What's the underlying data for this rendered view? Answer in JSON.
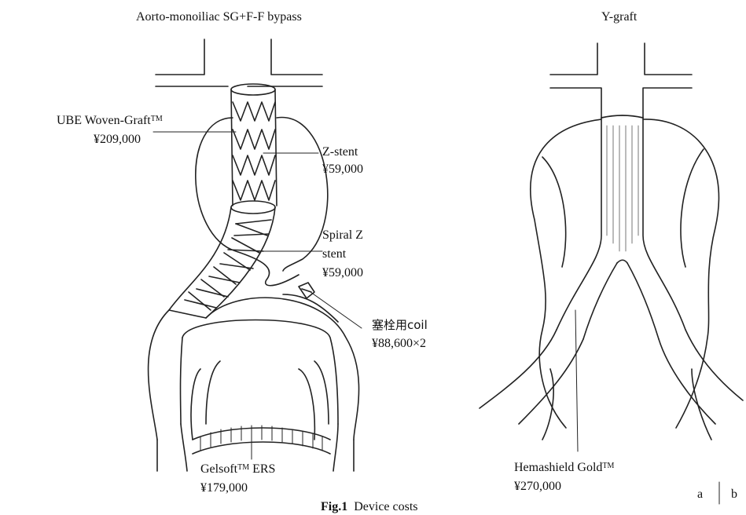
{
  "panel_a": {
    "title": "Aorto-monoiliac SG+F-F bypass",
    "labels": {
      "ube": {
        "name": "UBE Woven-Graft",
        "tm": "TM",
        "price": "¥209,000"
      },
      "zstent": {
        "name": "Z-stent",
        "price": "¥59,000"
      },
      "spiral": {
        "line1": "Spiral Z",
        "line2": "stent",
        "price": "¥59,000"
      },
      "coil": {
        "name": "塞栓用coil",
        "price": "¥88,600×2"
      },
      "gelsoft": {
        "name": "Gelsoft",
        "tm": "TM",
        "suffix": " ERS",
        "price": "¥179,000"
      }
    }
  },
  "panel_b": {
    "title": "Y-graft",
    "labels": {
      "hemashield": {
        "name": "Hemashield Gold",
        "tm": "TM",
        "price": "¥270,000"
      }
    }
  },
  "panel_letters": {
    "a": "a",
    "b": "b"
  },
  "caption": {
    "prefix": "Fig.1",
    "text": "Device costs"
  }
}
